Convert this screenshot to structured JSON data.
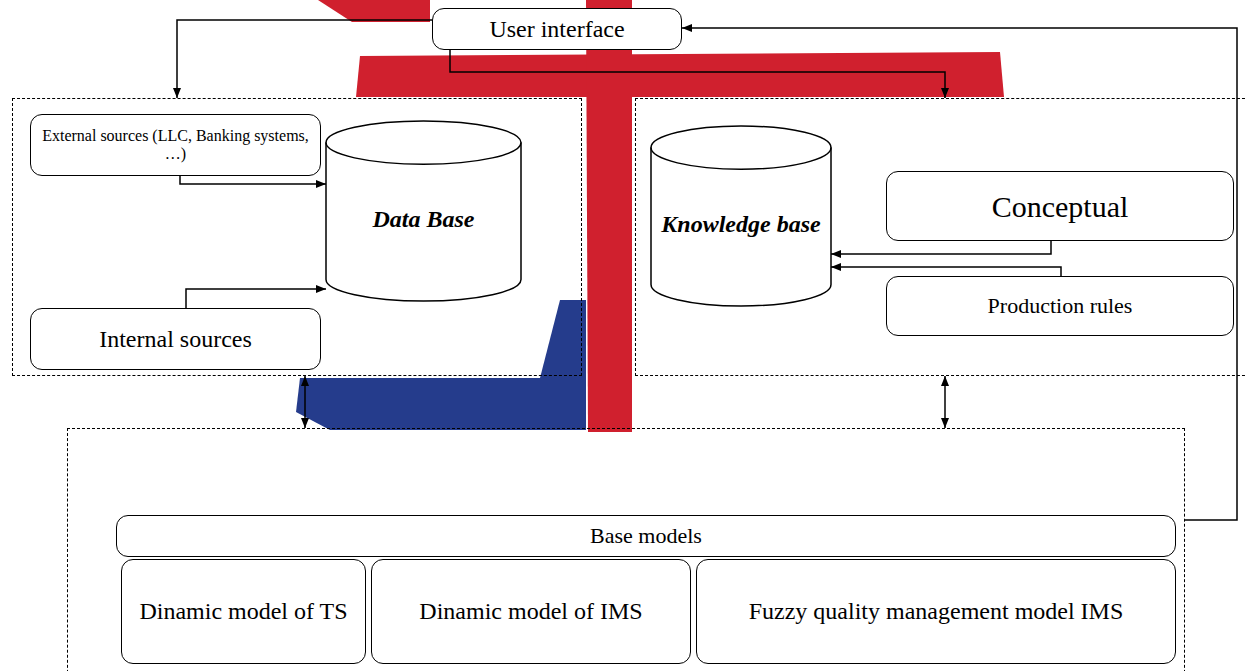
{
  "diagram": {
    "nodes": [
      {
        "text": [
          "User interface"
        ]
      },
      {
        "text": []
      },
      {
        "text": [
          "External sources (LLC, Banking systems, …)"
        ],
        "in": 1
      },
      {
        "text": [
          "Data Base"
        ],
        "in": 1
      },
      {
        "text": [
          "Internal sources"
        ],
        "in": 1
      },
      {
        "text": []
      },
      {
        "text": [
          "Knowledge base"
        ],
        "in": 5
      },
      {
        "text": [
          "Conceptual"
        ],
        "in": 5
      },
      {
        "text": [
          "Production rules"
        ],
        "in": 5
      },
      {
        "text": []
      },
      {
        "text": [
          "Base models"
        ],
        "in": 9
      },
      {
        "text": [
          "Dinamic model of TS"
        ],
        "in": 9
      },
      {
        "text": [
          "Dinamic model of IMS"
        ],
        "in": 9
      },
      {
        "text": [
          "Fuzzy quality management model IMS"
        ],
        "in": 9
      }
    ],
    "edges": [
      {
        "from": 0,
        "to": 1,
        "arrow": "to"
      },
      {
        "from": 0,
        "to": 5,
        "arrow": "to"
      },
      {
        "from": 9,
        "to": 0,
        "arrow": "to"
      },
      {
        "from": 2,
        "to": 3,
        "arrow": "to"
      },
      {
        "from": 4,
        "to": 3,
        "arrow": "to"
      },
      {
        "from": 7,
        "to": 6,
        "arrow": "to"
      },
      {
        "from": 8,
        "to": 6,
        "arrow": "to"
      },
      {
        "from": 1,
        "to": 9,
        "arrow": "both"
      },
      {
        "from": 5,
        "to": 9,
        "arrow": "both"
      }
    ]
  }
}
